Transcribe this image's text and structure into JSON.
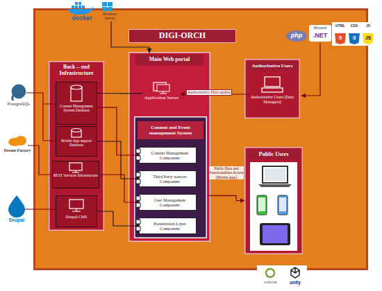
{
  "diagram": {
    "nodes": [
      {
        "text": [
          "DIGI-ORCH"
        ]
      },
      {
        "text": [
          "Back – end Infrastructure"
        ],
        "in": 0
      },
      {
        "text": [
          "Content Management System Database"
        ],
        "in": 1
      },
      {
        "text": [
          "Mobile App support Database"
        ],
        "in": 1
      },
      {
        "text": [
          "REST Services Infrastructure"
        ],
        "in": 1
      },
      {
        "text": [
          "Drupal CMS"
        ],
        "in": 1
      },
      {
        "text": [
          "Main Web portal"
        ],
        "in": 0
      },
      {
        "text": [
          "Application Server"
        ],
        "in": 6
      },
      {
        "text": [
          "Content and Event management System"
        ],
        "in": 6
      },
      {
        "text": [
          "Content Management Component"
        ],
        "in": 8
      },
      {
        "text": [
          "Third Party sources Component"
        ],
        "in": 8
      },
      {
        "text": [
          "User Management Component"
        ],
        "in": 8
      },
      {
        "text": [
          "Presentation Layer Component"
        ],
        "in": 8
      },
      {
        "text": [
          "Authoritative Users"
        ],
        "in": 0
      },
      {
        "text": [
          "Authoritative Users (Data Managers)"
        ],
        "in": 13
      },
      {
        "text": [
          "Public Users"
        ],
        "in": 0
      }
    ],
    "edges": [
      {
        "from": 14,
        "to": 7,
        "label": "Authoritative Data update",
        "arrow": "to"
      },
      {
        "from": 8,
        "to": 15,
        "label": "Public Data and Functionalities Access (Mobile App)",
        "arrow": "to"
      },
      {
        "from": 2,
        "to": 7,
        "arrow": "none"
      },
      {
        "from": 2,
        "to": 9,
        "arrow": "none"
      },
      {
        "from": 3,
        "to": 10,
        "arrow": "none"
      },
      {
        "from": 4,
        "to": 11,
        "arrow": "none"
      },
      {
        "from": 5,
        "to": 12,
        "arrow": "none"
      }
    ],
    "labels": [
      "docker",
      "Windows Server",
      "php",
      "Microsoft",
      ".NET",
      "HTML",
      "CSS",
      "JS",
      "5",
      "3",
      "JS",
      "PostgreSQL",
      "Dream Factory",
      "Drupal",
      "vuforia",
      "unity"
    ]
  }
}
